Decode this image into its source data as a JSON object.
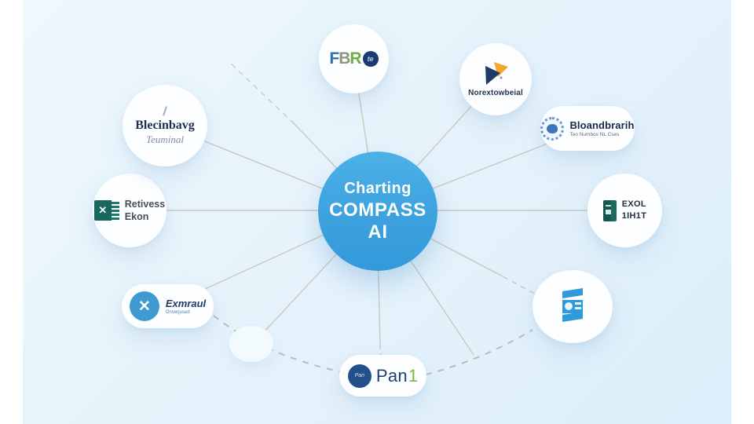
{
  "center": {
    "title_line1": "Charting",
    "title_line2": "COMPASS AI",
    "color": "#3ba0dd"
  },
  "nodes": {
    "fbr": {
      "letters": {
        "f": "F",
        "b": "B",
        "r": "R"
      },
      "badge": "te"
    },
    "norex": {
      "label": "Norextowbeial"
    },
    "bloandbrain": {
      "title": "Bloandbrarih",
      "subtitle": "Teo Numbos NL Cses"
    },
    "exol": {
      "line1": "EXOL",
      "line2": "1IH1T"
    },
    "pan": {
      "badge": "Pan",
      "title": "Pan",
      "suffix": "1"
    },
    "exmraul": {
      "title": "Exmraul",
      "subtitle": "Onverjused",
      "icon_glyph": "✕"
    },
    "retivess": {
      "line1": "Retivess",
      "line2": "Ekon",
      "icon_glyph": "✕"
    },
    "blecinbavg": {
      "title": "Blecinbavg",
      "subtitle": "Teuminal"
    }
  },
  "colors": {
    "canvas_top": "#eef8fd",
    "canvas_bottom": "#ddeefa",
    "hub_blue": "#3ba0dd",
    "connector_gray": "#c9bfb4",
    "dash_gray": "#b5aea6",
    "fbr_f": "#2f6db8",
    "fbr_b": "#8e9779",
    "fbr_r": "#6fae3e",
    "navy": "#1d3a70",
    "green_accent": "#7ab648",
    "excel_green": "#16695c",
    "db_blue": "#2e9ad8",
    "amber": "#f0a92e"
  }
}
